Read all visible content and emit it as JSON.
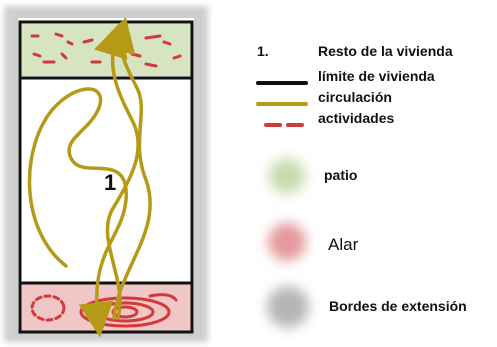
{
  "diagram": {
    "zone_number": "1"
  },
  "legend": {
    "numbered": {
      "number": "1.",
      "label": "Resto de la vivienda"
    },
    "items": [
      {
        "label": "límite de vivienda",
        "color": "#111111",
        "kind": "line"
      },
      {
        "label": "circulación",
        "color": "#b59a18",
        "kind": "line"
      },
      {
        "label": "actividades",
        "color": "#d23a3a",
        "kind": "dashed-line"
      },
      {
        "label": "patio",
        "color": "#c9dcae",
        "kind": "blob"
      },
      {
        "label": "Alar",
        "color": "#e4999c",
        "kind": "blob"
      },
      {
        "label": "Bordes de extensión",
        "color": "#b5b5b5",
        "kind": "blob"
      }
    ]
  }
}
